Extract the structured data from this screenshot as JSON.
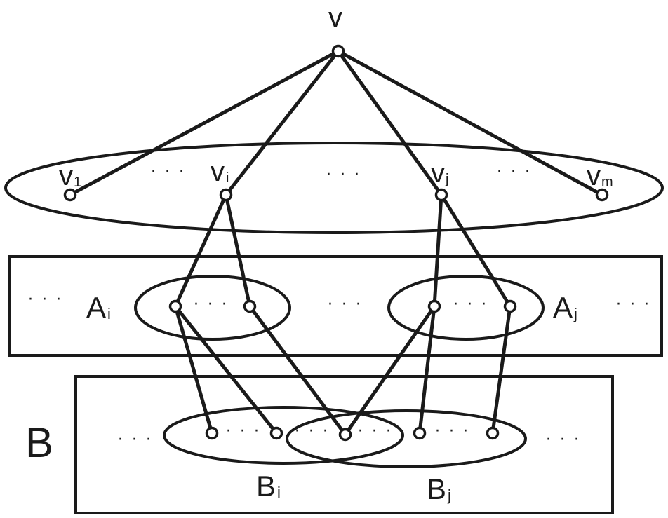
{
  "labels": {
    "v": "v",
    "v1_base": "v",
    "v1_sub": "1",
    "vi_base": "v",
    "vi_sub": "i",
    "vj_base": "v",
    "vj_sub": "j",
    "vm_base": "v",
    "vm_sub": "m",
    "Ai_base": "A",
    "Ai_sub": "i",
    "Aj_base": "A",
    "Aj_sub": "j",
    "B": "B",
    "Bi_base": "B",
    "Bi_sub": "i",
    "Bj_base": "B",
    "Bj_sub": "j"
  },
  "ellipsis": "· · ·"
}
